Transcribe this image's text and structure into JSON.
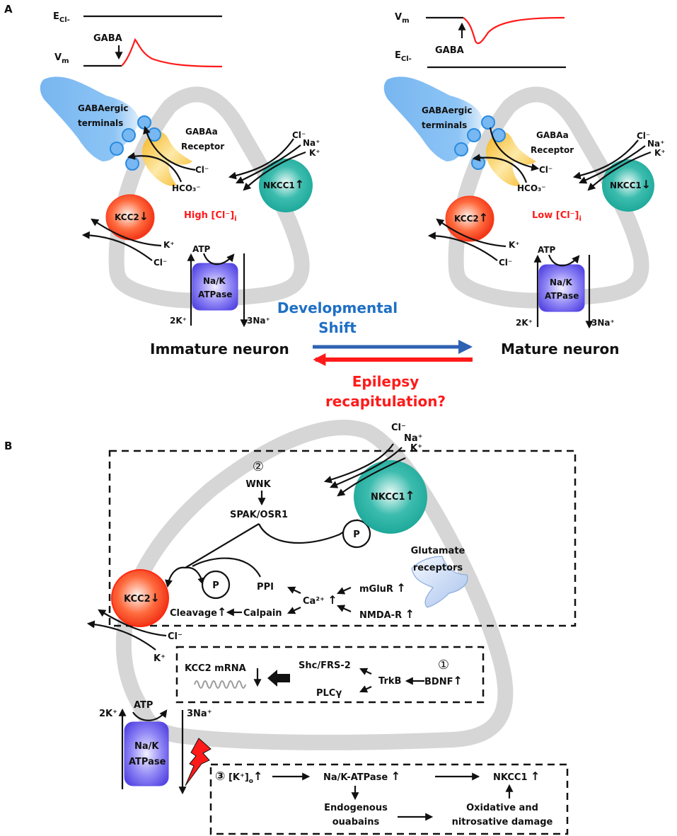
{
  "panel_a": {
    "label": "A",
    "immature": {
      "trace_ecl_label": "E",
      "trace_ecl_sub": "Cl-",
      "trace_vm_label": "V",
      "trace_vm_sub": "m",
      "gaba_label": "GABA",
      "terminals_label_1": "GABAergic",
      "terminals_label_2": "terminals",
      "receptor_label_1": "GABAa",
      "receptor_label_2": "Receptor",
      "cl_label": "Cl⁻",
      "hco3_label": "HCO₃⁻",
      "nkcc1_label": "NKCC1",
      "nkcc1_arrow": "↑",
      "nkcc1_ions": [
        "Cl⁻",
        "Na⁺",
        "K⁺"
      ],
      "kcc2_label": "KCC2",
      "kcc2_arrow": "↓",
      "kcc2_ions": [
        "K⁺",
        "Cl⁻"
      ],
      "chloride_state": "High [Cl⁻]",
      "chloride_sub": "i",
      "atp_label": "ATP",
      "pump_label_1": "Na/K",
      "pump_label_2": "ATPase",
      "pump_k": "2K⁺",
      "pump_na": "3Na⁺",
      "title": "Immature neuron"
    },
    "mature": {
      "trace_vm_label": "V",
      "trace_vm_sub": "m",
      "trace_ecl_label": "E",
      "trace_ecl_sub": "Cl-",
      "gaba_label": "GABA",
      "terminals_label_1": "GABAergic",
      "terminals_label_2": "terminals",
      "receptor_label_1": "GABAa",
      "receptor_label_2": "Receptor",
      "cl_label": "Cl⁻",
      "hco3_label": "HCO₃⁻",
      "nkcc1_label": "NKCC1",
      "nkcc1_arrow": "↓",
      "nkcc1_ions": [
        "Cl⁻",
        "Na⁺",
        "K⁺"
      ],
      "kcc2_label": "KCC2",
      "kcc2_arrow": "↑",
      "kcc2_ions": [
        "K⁺",
        "Cl⁻"
      ],
      "chloride_state": "Low [Cl⁻]",
      "chloride_sub": "i",
      "atp_label": "ATP",
      "pump_label_1": "Na/K",
      "pump_label_2": "ATPase",
      "pump_k": "2K⁺",
      "pump_na": "3Na⁺",
      "title": "Mature neuron"
    },
    "shift": {
      "forward_label_1": "Developmental",
      "forward_label_2": "Shift",
      "reverse_label_1": "Epilepsy",
      "reverse_label_2": "recapitulation?"
    }
  },
  "panel_b": {
    "label": "B",
    "nkcc1": {
      "label": "NKCC1",
      "arrow": "↑",
      "ions": [
        "Cl⁻",
        "Na⁺",
        "K⁺"
      ]
    },
    "kcc2": {
      "label": "KCC2",
      "arrow": "↓",
      "ions": [
        "Cl⁻",
        "K⁺"
      ]
    },
    "box2": {
      "marker": "②",
      "wnk": "WNK",
      "spak": "SPAK/OSR1",
      "p1": "P",
      "p2": "P",
      "ppi": "PPI",
      "ca": "Ca²⁺",
      "calpain": "Calpain",
      "cleavage": "Cleavage",
      "mglur": "mGluR",
      "nmdar": "NMDA-R",
      "glutamate_1": "Glutamate",
      "glutamate_2": "receptors"
    },
    "box1": {
      "marker": "①",
      "mrna": "KCC2 mRNA",
      "shc": "Shc/FRS-2",
      "plc": "PLCγ",
      "trkb": "TrkB",
      "bdnf": "BDNF"
    },
    "pump": {
      "atp": "ATP",
      "k": "2K⁺",
      "na": "3Na⁺",
      "label_1": "Na/K",
      "label_2": "ATPase"
    },
    "box3": {
      "marker": "③",
      "ko": "[K⁺]",
      "ko_sub": "o",
      "nak": "Na/K-ATPase",
      "nkcc1": "NKCC1",
      "ouabain_1": "Endogenous",
      "ouabain_2": "ouabains",
      "damage_1": "Oxidative and",
      "damage_2": "nitrosative damage"
    }
  },
  "colors": {
    "red": "#ff1a1a",
    "blue": "#1f6fc5",
    "kcc2": "#f03a1c",
    "nkcc1": "#1aa99a",
    "pump": "#5a4ce8",
    "terminal": "#7fbcf3",
    "receptor": "#f5b820",
    "membrane": "#d6d6d6"
  }
}
